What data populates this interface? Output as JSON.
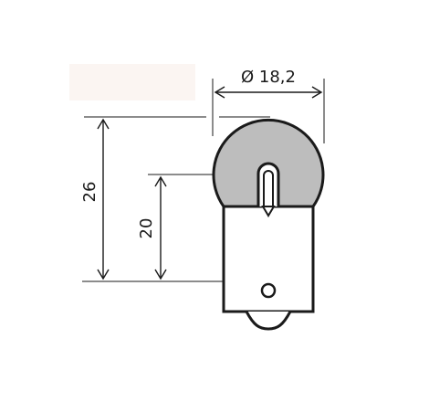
{
  "dimensions": {
    "diameter": "Ø 18,2",
    "overall_height": "26",
    "filament_height": "20"
  },
  "colors": {
    "line": "#1a1a1a",
    "bulb_fill": "#bdbdbd",
    "label_patch": "#fbf5f2"
  }
}
